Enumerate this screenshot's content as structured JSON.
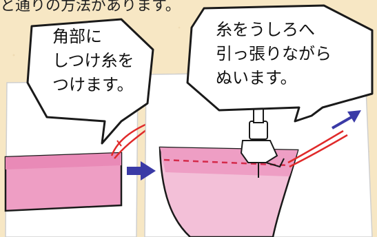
{
  "caption": {
    "partial_text": "と通りの方法があります。"
  },
  "bubbles": {
    "left": {
      "lines": [
        "角部に",
        "しつけ糸を",
        "つけます。"
      ]
    },
    "right": {
      "lines": [
        "糸をうしろへ",
        "引っ張りながら",
        "ぬいます。"
      ]
    }
  },
  "colors": {
    "background": "#f7e7c4",
    "fabric_pink": "#ee9ec4",
    "fabric_light": "#f3c0d8",
    "thread_red": "#e02a2a",
    "arrow_blue": "#3a3aa6",
    "outline": "#1a1a1a"
  },
  "icons": {
    "step_arrow": "right-arrow-icon",
    "thread_direction": "diagonal-arrow-icon",
    "presser_foot": "sewing-presser-foot-icon"
  }
}
